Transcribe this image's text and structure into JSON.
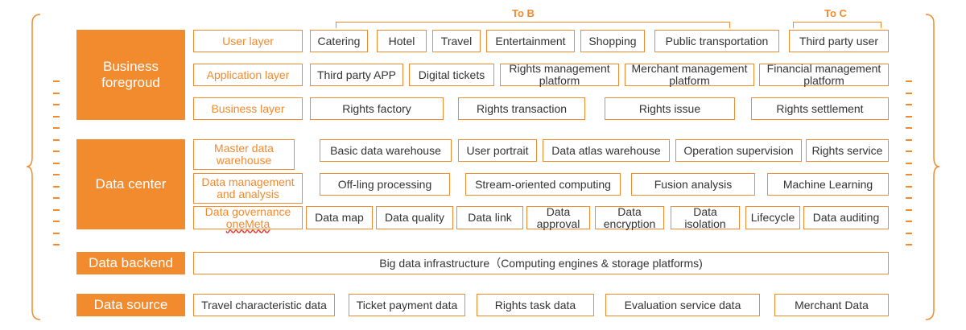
{
  "top_braces": {
    "to_b": "To B",
    "to_c": "To C"
  },
  "sides": {
    "business_foreground": "Business foregroud",
    "data_center": "Data center",
    "data_backend": "Data backend",
    "data_source": "Data source"
  },
  "business": {
    "user_layer": "User layer",
    "application_layer": "Application layer",
    "business_layer": "Business layer",
    "user_items": [
      "Catering",
      "Hotel",
      "Travel",
      "Entertainment",
      "Shopping",
      "Public transportation",
      "Third party user"
    ],
    "app_items": [
      "Third party APP",
      "Digital tickets",
      "Rights management platform",
      "Merchant management platform",
      "Financial management platform"
    ],
    "biz_items": [
      "Rights factory",
      "Rights transaction",
      "Rights issue",
      "Rights settlement"
    ]
  },
  "center": {
    "master_label": "Master data warehouse",
    "mgmt_label": "Data management and analysis",
    "gov_label_1": "Data governance",
    "gov_label_2": "oneMeta",
    "master_items": [
      "Basic data warehouse",
      "User portrait",
      "Data atlas warehouse",
      "Operation supervision",
      "Rights service"
    ],
    "mgmt_items": [
      "Off-ling processing",
      "Stream-oriented computing",
      "Fusion analysis",
      "Machine Learning"
    ],
    "gov_items": [
      "Data map",
      "Data quality",
      "Data link",
      "Data approval",
      "Data encryption",
      "Data isolation",
      "Lifecycle",
      "Data auditing"
    ]
  },
  "backend": {
    "infra": "Big data infrastructure（Computing engines & storage platforms)"
  },
  "source": {
    "items": [
      "Travel characteristic data",
      "Ticket payment data",
      "Rights task data",
      "Evaluation service data",
      "Merchant Data"
    ]
  }
}
